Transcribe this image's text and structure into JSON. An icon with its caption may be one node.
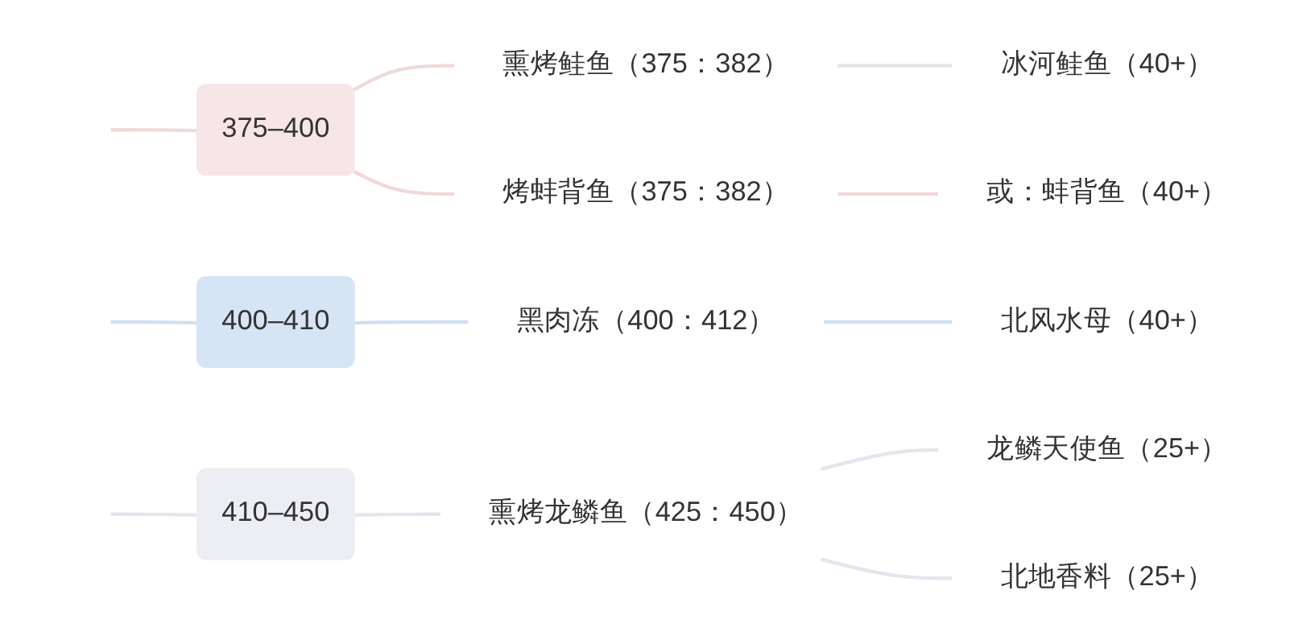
{
  "diagram": {
    "nodes": [
      {
        "text": [
          "375–400"
        ]
      },
      {
        "text": [
          "熏烤鲑鱼（375：382）"
        ]
      },
      {
        "text": [
          "冰河鲑鱼（40+）"
        ]
      },
      {
        "text": [
          "烤蚌背鱼（375：382）"
        ]
      },
      {
        "text": [
          "或：蚌背鱼（40+）"
        ]
      },
      {
        "text": [
          "400–410"
        ]
      },
      {
        "text": [
          "黑肉冻（400：412）"
        ]
      },
      {
        "text": [
          "北风水母（40+）"
        ]
      },
      {
        "text": [
          "410–450"
        ]
      },
      {
        "text": [
          "熏烤龙鳞鱼（425：450）"
        ]
      },
      {
        "text": [
          "龙鳞天使鱼（25+）"
        ]
      },
      {
        "text": [
          "北地香料（25+）"
        ]
      }
    ],
    "edges": [
      {
        "from": null,
        "to": 0,
        "arrow": "none",
        "color": "#f0d9d9"
      },
      {
        "from": 0,
        "to": 1,
        "arrow": "none",
        "color": "#f0d9d9"
      },
      {
        "from": 1,
        "to": 2,
        "arrow": "none",
        "color": "#e4e4ea"
      },
      {
        "from": 0,
        "to": 3,
        "arrow": "none",
        "color": "#f0d9d9"
      },
      {
        "from": 3,
        "to": 4,
        "arrow": "none",
        "color": "#f0d9d9"
      },
      {
        "from": null,
        "to": 5,
        "arrow": "none",
        "color": "#cfe0f2"
      },
      {
        "from": 5,
        "to": 6,
        "arrow": "none",
        "color": "#cfe0f2"
      },
      {
        "from": 6,
        "to": 7,
        "arrow": "none",
        "color": "#cfe0f2"
      },
      {
        "from": null,
        "to": 8,
        "arrow": "none",
        "color": "#e4e6ed"
      },
      {
        "from": 8,
        "to": 9,
        "arrow": "none",
        "color": "#e4e6ed"
      },
      {
        "from": 9,
        "to": 10,
        "arrow": "none",
        "color": "#e4e6ed"
      },
      {
        "from": 9,
        "to": 11,
        "arrow": "none",
        "color": "#e4e6ed"
      }
    ]
  }
}
